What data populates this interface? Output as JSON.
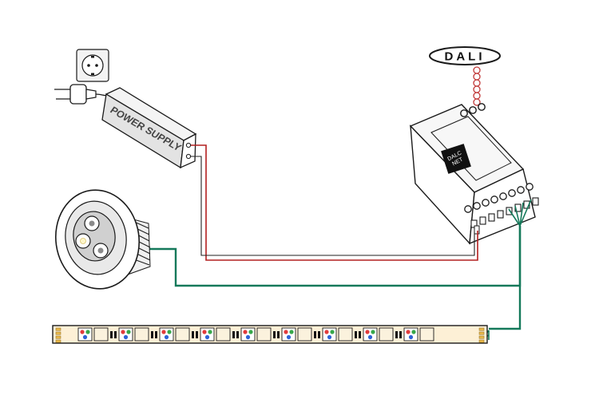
{
  "diagram": {
    "dali_label": "DALI",
    "power_supply_label": "POWER SUPPLY",
    "controller_label_line1": "DALC",
    "controller_label_line2": "NET",
    "colors": {
      "outline": "#1a1a1a",
      "power_wire": "#b32020",
      "signal_wire": "#14795a",
      "dali_wire": "#c23a3a",
      "strip_fill": "#fdf0d6",
      "chip_cell": "#fbf2dd",
      "rgb_red": "#e23b3b",
      "rgb_green": "#36a84a",
      "rgb_blue": "#2f63d6"
    },
    "components": [
      "wall-outlet-icon",
      "plug-icon",
      "power-supply",
      "dali-bus-connector",
      "dalc-net-controller",
      "led-downlight",
      "led-strip"
    ],
    "led_strip_pattern": [
      "rgb",
      "white",
      "black",
      "rgb",
      "white",
      "black",
      "rgb",
      "white",
      "black",
      "rgb",
      "white",
      "black",
      "rgb",
      "white",
      "black",
      "rgb",
      "white",
      "black",
      "rgb",
      "white",
      "black",
      "rgb",
      "white",
      "black",
      "rgb",
      "white"
    ]
  }
}
